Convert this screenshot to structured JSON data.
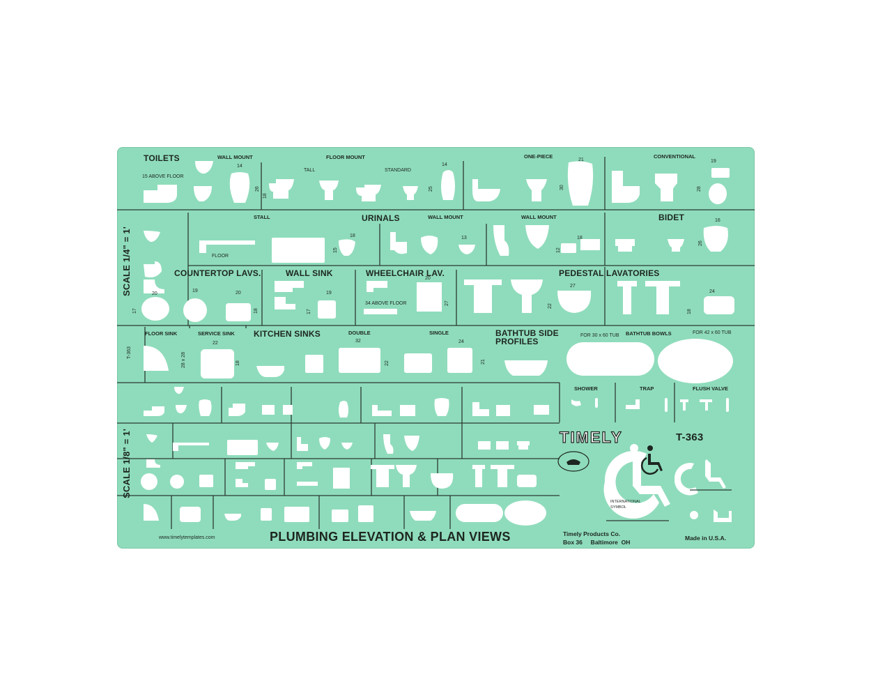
{
  "template": {
    "model": "T-363",
    "side_code": "T-363",
    "brand": "TIMELY",
    "title": "PLUMBING ELEVATION & PLAN VIEWS",
    "website": "www.timelytemplates.com",
    "maker_line1": "Timely Products Co.",
    "maker_line2": "Box 36     Baltimore  OH",
    "made_in": "Made in U.S.A.",
    "intl_symbol": "INTERNATIONAL\nSYMBOL"
  },
  "scales": {
    "quarter": "SCALE 1/4\" = 1'",
    "eighth": "SCALE 1/8\" = 1'"
  },
  "sections": {
    "toilets": "TOILETS",
    "wall_mount": "WALL MOUNT",
    "floor_mount": "FLOOR MOUNT",
    "tall": "TALL",
    "standard": "STANDARD",
    "one_piece": "ONE-PIECE",
    "conventional": "CONVENTIONAL",
    "above_floor_15": "15 ABOVE FLOOR",
    "urinals": "URINALS",
    "stall": "STALL",
    "floor": "FLOOR",
    "urinal_wall_mount": "WALL MOUNT",
    "urinal_wall_mount2": "WALL MOUNT",
    "bidet": "BIDET",
    "countertop_lavs": "COUNTERTOP LAVS.",
    "wall_sink": "WALL SINK",
    "wheelchair_lav": "WHEELCHAIR  LAV.",
    "above_floor_34": "34 ABOVE FLOOR",
    "pedestal_lavatories": "PEDESTAL  LAVATORIES",
    "floor_sink": "FLOOR SINK",
    "service_sink": "SERVICE SINK",
    "kitchen_sinks": "KITCHEN SINKS",
    "double": "DOUBLE",
    "single": "SINGLE",
    "bathtub_side_profiles": "BATHTUB SIDE\nPROFILES",
    "bathtub_bowls": "BATHTUB BOWLS",
    "for_30x60": "FOR 30 x 60 TUB",
    "for_42x60": "FOR 42 x 60 TUB",
    "shower": "SHOWER",
    "trap": "TRAP",
    "flush_valve": "FLUSH VALVE",
    "size_28x28": "28 x 28"
  },
  "dims": {
    "d14a": "14",
    "d26a": "26",
    "d18a": "18",
    "d14b": "14",
    "d25": "25",
    "d21a": "21",
    "d30": "30",
    "d19a": "19",
    "d28": "28",
    "d18b": "18",
    "d15": "15",
    "d13": "13",
    "d12": "12",
    "d18c": "18",
    "d16": "16",
    "d26b": "26",
    "d17": "17",
    "d20a": "20",
    "d19b": "19",
    "d20b": "20",
    "d18d": "18",
    "d17b": "17",
    "d19c": "19",
    "d20c": "20",
    "d27a": "27",
    "d27b": "27",
    "d22a": "22",
    "d18e": "18",
    "d24a": "24",
    "d22b": "22",
    "d18f": "18",
    "d32": "32",
    "d22c": "22",
    "d24b": "24",
    "d21b": "21"
  },
  "colors": {
    "plastic": "#8fdcbc",
    "ink": "#1d2621",
    "cutout": "#ffffff"
  },
  "icons": [
    "wheelchair-icon",
    "timely-logo",
    "maker-seal"
  ]
}
